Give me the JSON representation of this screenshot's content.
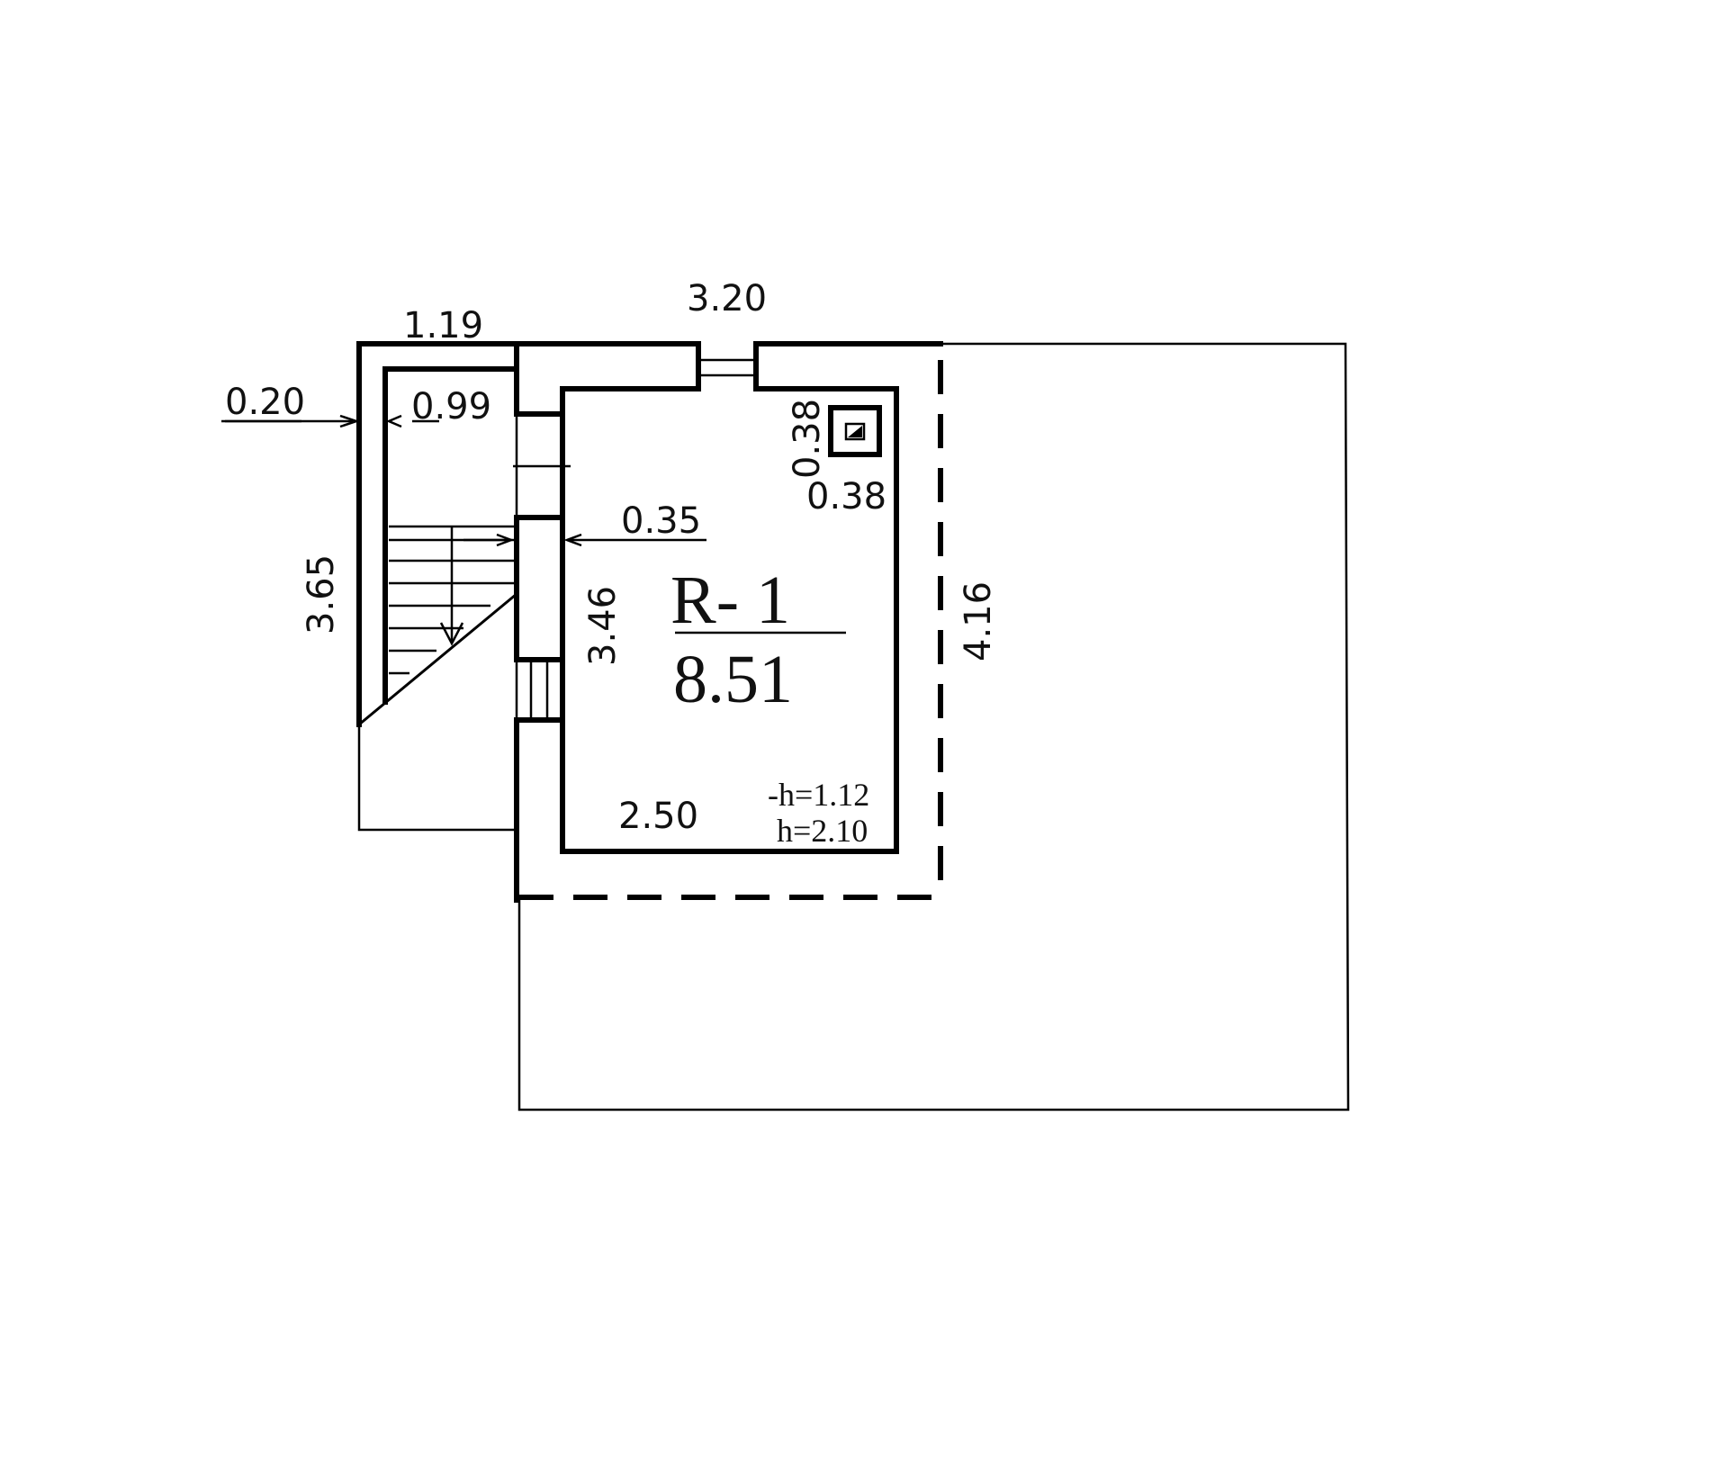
{
  "room": {
    "name": "R- 1",
    "area": "8.51",
    "height_below": "-h=1.12",
    "height": "h=2.10"
  },
  "dimensions": {
    "top_width": "3.20",
    "stair_width": "1.19",
    "stair_wall": "0.20",
    "stair_inner": "0.99",
    "wall_thickness": "0.35",
    "stair_length": "3.65",
    "room_depth": "3.46",
    "right_depth": "4.16",
    "room_width": "2.50",
    "chimney_w": "0.38",
    "chimney_h": "0.38"
  }
}
